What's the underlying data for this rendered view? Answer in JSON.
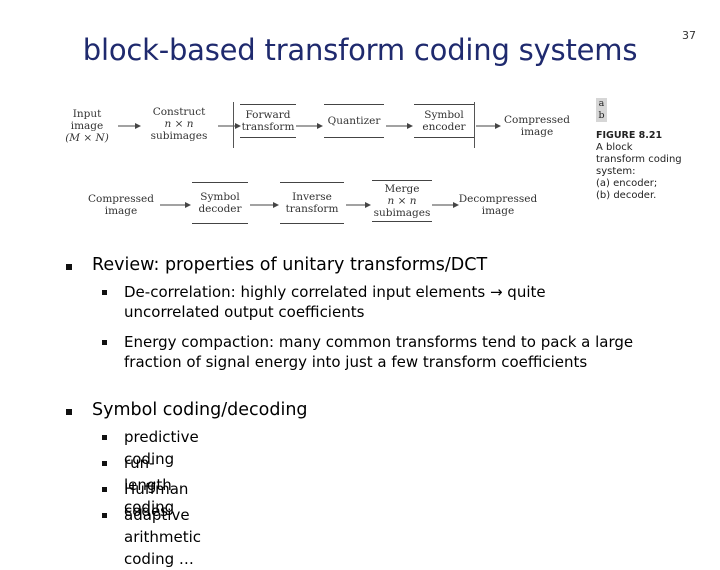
{
  "slide": {
    "title": "block-based transform coding systems",
    "page_number": "37"
  },
  "figure": {
    "encoder": {
      "input_line1": "Input",
      "input_line2": "image",
      "input_line3": "(M × N)",
      "construct_line1": "Construct",
      "construct_line2": "n × n",
      "construct_line3": "subimages",
      "forward_line1": "Forward",
      "forward_line2": "transform",
      "quantizer": "Quantizer",
      "symbol_enc_line1": "Symbol",
      "symbol_enc_line2": "encoder",
      "compressed_line1": "Compressed",
      "compressed_line2": "image"
    },
    "decoder": {
      "compressed_line1": "Compressed",
      "compressed_line2": "image",
      "symbol_dec_line1": "Symbol",
      "symbol_dec_line2": "decoder",
      "inverse_line1": "Inverse",
      "inverse_line2": "transform",
      "merge_line1": "Merge",
      "merge_line2": "n × n",
      "merge_line3": "subimages",
      "decompressed_line1": "Decompressed",
      "decompressed_line2": "image"
    },
    "caption": {
      "ab_a": "a",
      "ab_b": "b",
      "label": "FIGURE 8.21",
      "line1": "A block",
      "line2": "transform coding",
      "line3": "system:",
      "line4": "(a) encoder;",
      "line5": "(b) decoder."
    }
  },
  "bullets": {
    "review": {
      "text": "Review: properties of unitary transforms/DCT",
      "sub1_line1": "De-correlation: highly correlated input elements → quite",
      "sub1_line2": "uncorrelated output coefficients",
      "sub2_line1": "Energy compaction: many common transforms tend to pack a large",
      "sub2_line2": "fraction of signal energy into just a few transform coefficients"
    },
    "symbol": {
      "text": "Symbol coding/decoding",
      "items": [
        "predictive coding",
        "run-length coding",
        "Huffman codes",
        "adaptive arithmetic coding …"
      ]
    }
  }
}
